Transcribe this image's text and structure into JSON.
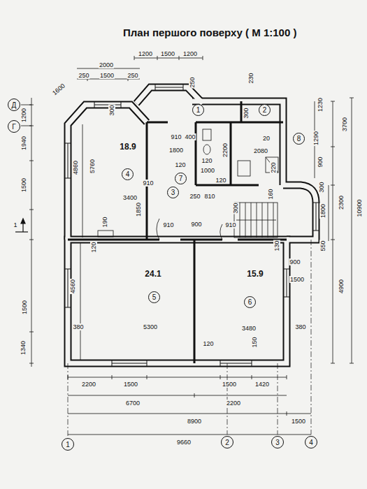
{
  "diagram": {
    "title": "План першого поверху ( М 1:100 )",
    "nodes": [
      {
        "text": [
          "1"
        ]
      },
      {
        "text": [
          "2"
        ]
      },
      {
        "text": [
          "3"
        ]
      },
      {
        "text": [
          "4"
        ]
      },
      {
        "text": [
          "5"
        ]
      },
      {
        "text": [
          "6"
        ]
      },
      {
        "text": [
          "7"
        ]
      },
      {
        "text": [
          "8"
        ]
      },
      {
        "text": [
          "Д"
        ]
      },
      {
        "text": [
          "Г"
        ]
      },
      {
        "text": [
          "1"
        ]
      },
      {
        "text": [
          "2"
        ]
      },
      {
        "text": [
          "3"
        ]
      },
      {
        "text": [
          "4"
        ]
      }
    ],
    "labels": [
      "1200",
      "1500",
      "1200",
      "2000",
      "250",
      "1500",
      "250",
      "1600",
      "250",
      "230",
      "1230",
      "1200",
      "1940",
      "1500",
      "4860",
      "5760",
      "18.9",
      "300",
      "910",
      "400",
      "1800",
      "120",
      "120",
      "1000",
      "2200",
      "20",
      "2080",
      "300",
      "1290",
      "3700",
      "900",
      "220",
      "3400",
      "910",
      "1850",
      "250",
      "810",
      "120",
      "300",
      "160",
      "300",
      "2300",
      "1800",
      "10900",
      "550",
      "910",
      "900",
      "910",
      "190",
      "120",
      "130",
      "1",
      "24.1",
      "15.9",
      "900",
      "1500",
      "4900",
      "1500",
      "4560",
      "1340",
      "380",
      "5300",
      "3480",
      "380",
      "120",
      "150",
      "2200",
      "1500",
      "1500",
      "1420",
      "6700",
      "2200",
      "8900",
      "1500",
      "9660"
    ]
  }
}
